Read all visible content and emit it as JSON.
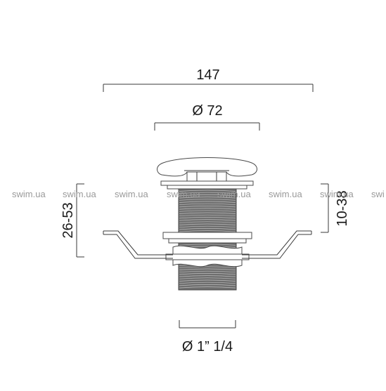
{
  "dimensions": {
    "overall_width": "147",
    "cap_diameter": "Ø 72",
    "thread_size": "Ø 1” 1/4",
    "body_height": "26-53",
    "flange_height": "10-38"
  },
  "watermark": {
    "text": "swim.ua",
    "partial": "swi",
    "color": "#9a9a9a"
  },
  "colors": {
    "line": "#3a3a3a",
    "thread": "#6e6e6e",
    "background": "#ffffff"
  }
}
